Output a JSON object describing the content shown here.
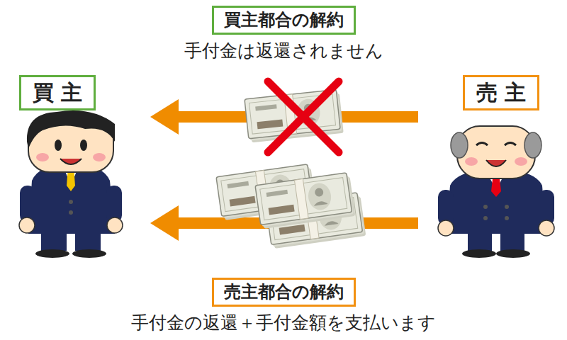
{
  "diagram": {
    "nodes": [
      {
        "text": [
          "買主都合の解約",
          "手付金は返還されません"
        ]
      },
      {
        "text": [
          "買 主"
        ]
      },
      {
        "text": [
          "売 主"
        ]
      },
      {
        "text": [
          "売主都合の解約",
          "手付金の返還＋手付金額を支払います"
        ]
      }
    ]
  }
}
